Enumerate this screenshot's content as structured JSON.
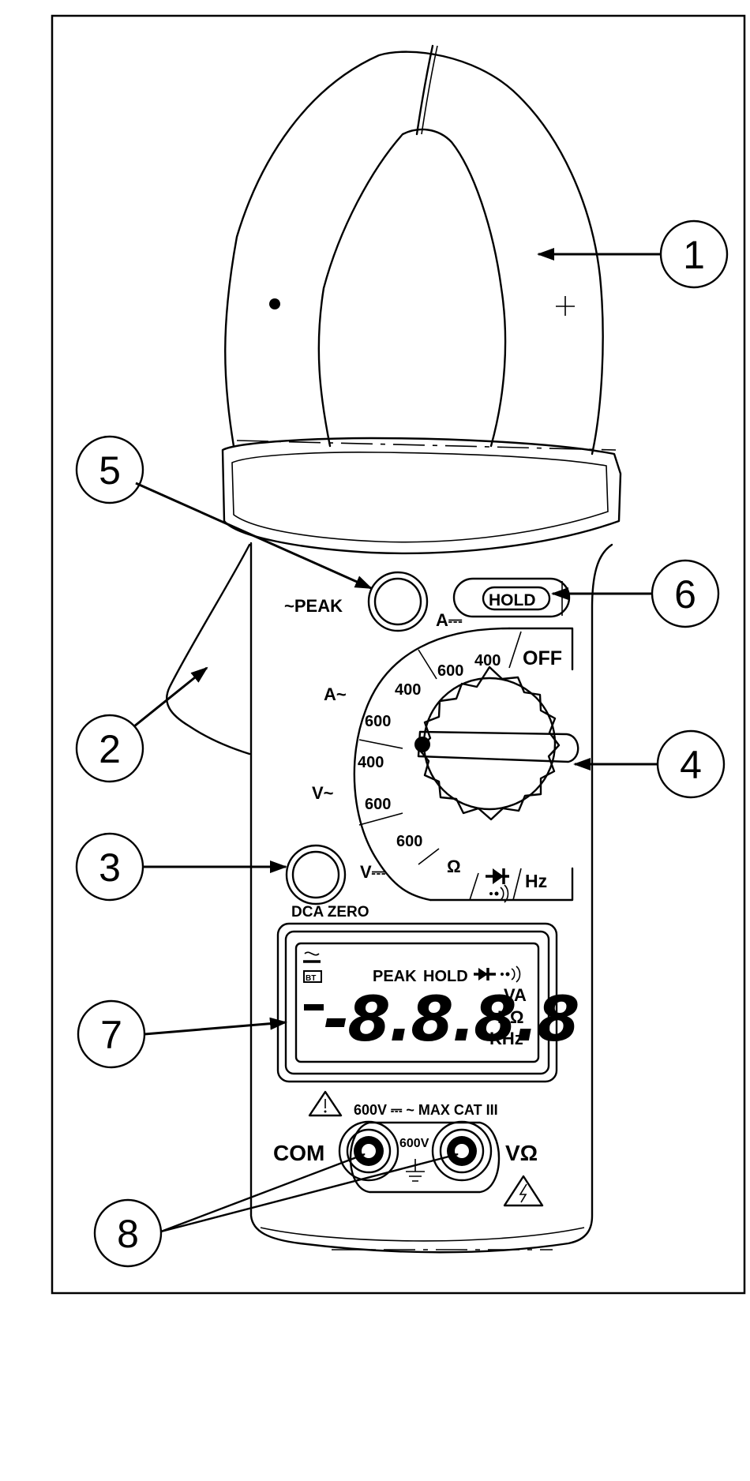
{
  "callouts": [
    "1",
    "2",
    "3",
    "4",
    "5",
    "6",
    "7",
    "8"
  ],
  "labels": {
    "peak_button": "~PEAK",
    "hold_button": "HOLD",
    "dca_zero": "DCA ZERO",
    "com_terminal": "COM",
    "v_ohm_terminal": "VΩ",
    "terminal_voltage": "600V",
    "rating": "600V ⎓ ~ MAX CAT III"
  },
  "dial": {
    "off": "OFF",
    "hz": "Hz",
    "ohm": "Ω",
    "a_dc": "A⎓",
    "a_ac": "A~",
    "v_ac": "V~",
    "v_dc": "V⎓",
    "r_a_dc_400": "400",
    "r_a_dc_600": "600",
    "r_a_ac_400": "400",
    "r_a_ac_600": "600",
    "r_v_ac_400": "400",
    "r_v_ac_600": "600",
    "r_v_dc_600": "600"
  },
  "lcd": {
    "digits": "-8.8.8.8",
    "peak": "PEAK",
    "hold": "HOLD",
    "bt": "BT",
    "unit_va": "VA",
    "unit_kohm": "KΩ",
    "unit_khz": "KHz"
  }
}
